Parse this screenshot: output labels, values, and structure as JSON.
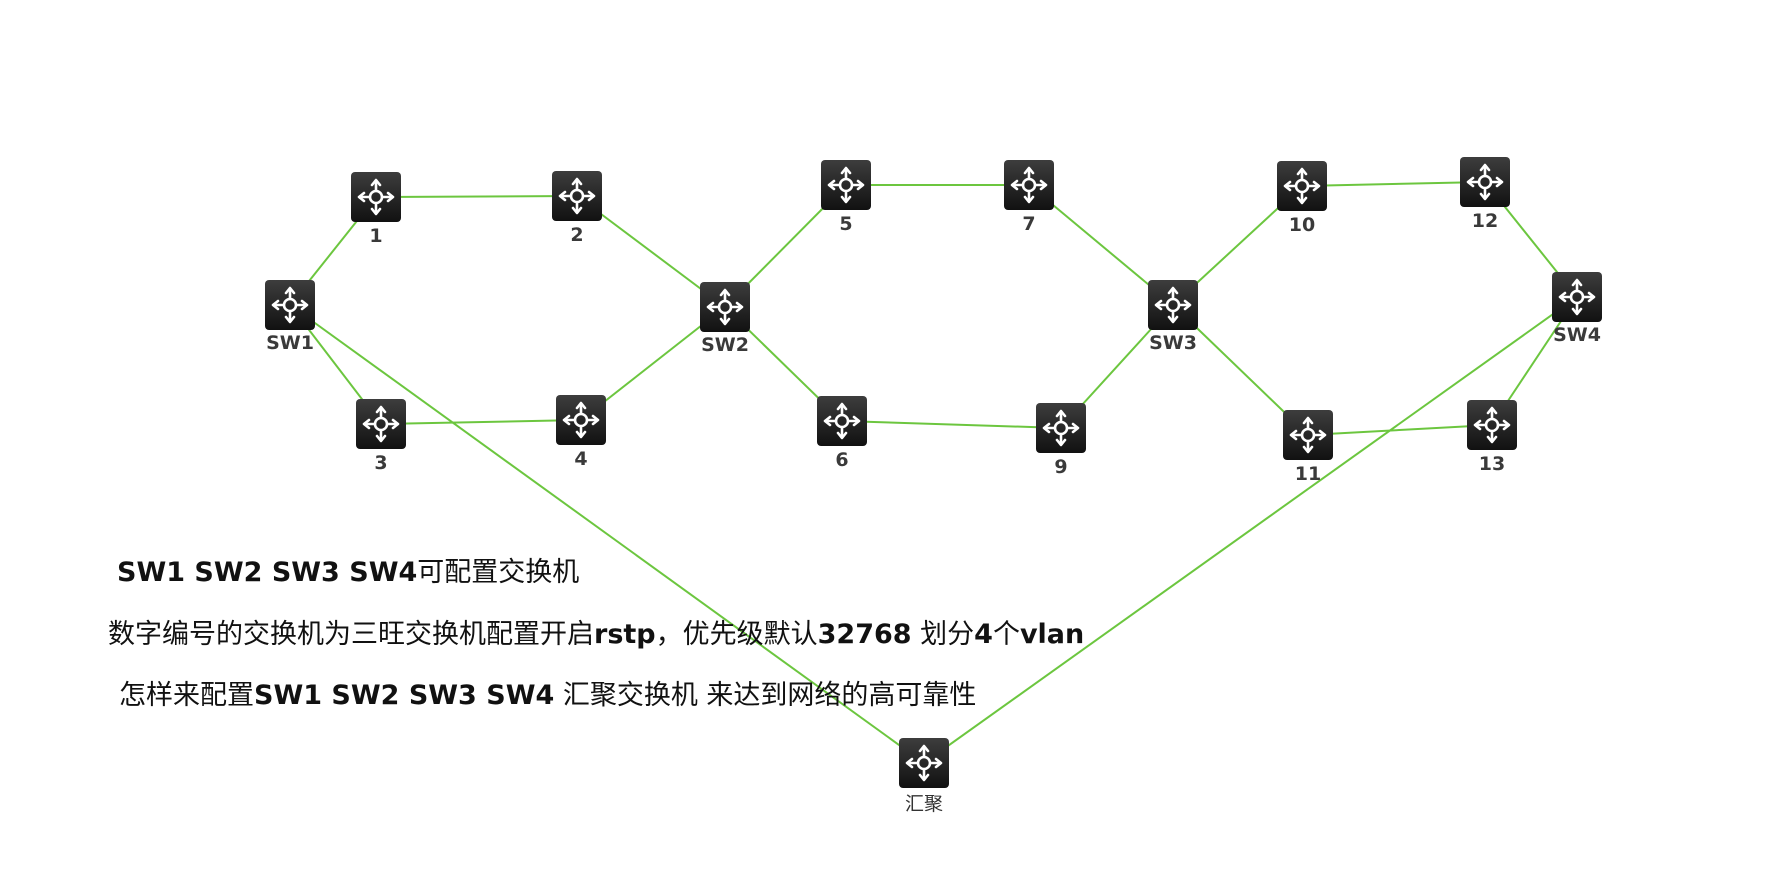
{
  "colors": {
    "link": "#6cc63f",
    "switch_body_top": "#3d3d3d",
    "switch_body_bottom": "#111111",
    "switch_glyph": "#ffffff",
    "label": "#3a3a3a"
  },
  "icon": "layer3-switch-icon",
  "nodes": [
    {
      "id": "SW1",
      "label": "SW1"
    },
    {
      "id": "n1",
      "label": "1"
    },
    {
      "id": "n2",
      "label": "2"
    },
    {
      "id": "n3",
      "label": "3"
    },
    {
      "id": "n4",
      "label": "4"
    },
    {
      "id": "SW2",
      "label": "SW2"
    },
    {
      "id": "n5",
      "label": "5"
    },
    {
      "id": "n6",
      "label": "6"
    },
    {
      "id": "n7",
      "label": "7"
    },
    {
      "id": "n9",
      "label": "9"
    },
    {
      "id": "SW3",
      "label": "SW3"
    },
    {
      "id": "n10",
      "label": "10"
    },
    {
      "id": "n11",
      "label": "11"
    },
    {
      "id": "n12",
      "label": "12"
    },
    {
      "id": "n13",
      "label": "13"
    },
    {
      "id": "SW4",
      "label": "SW4"
    },
    {
      "id": "AGG",
      "label": "汇聚"
    }
  ],
  "links": [
    [
      "SW1",
      "n1"
    ],
    [
      "n1",
      "n2"
    ],
    [
      "n2",
      "SW2"
    ],
    [
      "SW1",
      "n3"
    ],
    [
      "n3",
      "n4"
    ],
    [
      "n4",
      "SW2"
    ],
    [
      "SW2",
      "n5"
    ],
    [
      "n5",
      "n7"
    ],
    [
      "n7",
      "SW3"
    ],
    [
      "SW2",
      "n6"
    ],
    [
      "n6",
      "n9"
    ],
    [
      "n9",
      "SW3"
    ],
    [
      "SW3",
      "n10"
    ],
    [
      "n10",
      "n12"
    ],
    [
      "n12",
      "SW4"
    ],
    [
      "SW3",
      "n11"
    ],
    [
      "n11",
      "n13"
    ],
    [
      "n13",
      "SW4"
    ],
    [
      "SW1",
      "AGG"
    ],
    [
      "SW4",
      "AGG"
    ]
  ],
  "notes": {
    "line1": {
      "a": "SW1  SW2 SW3 SW4",
      "b": "可配置交换机"
    },
    "line2": {
      "a": "数字编号的交换机为三旺交换机配置开启",
      "b": "rstp",
      "c": "，优先级默认",
      "d": "32768",
      "e": "  划分",
      "f": "4",
      "g": "个",
      "h": "vlan"
    },
    "line3": {
      "a": "怎样来配置",
      "b": "SW1 SW2 SW3 SW4",
      "c": "   汇聚交换机  来达到网络的高可靠性"
    }
  }
}
